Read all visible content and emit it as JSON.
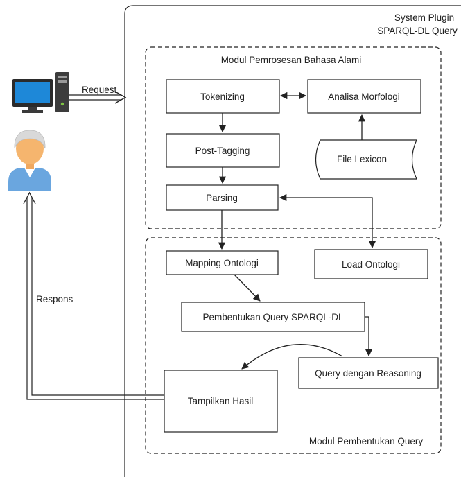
{
  "system": {
    "line1": "System Plugin",
    "line2": "SPARQL-DL Query"
  },
  "module_nlp": {
    "title": "Modul Pemrosesan Bahasa Alami"
  },
  "module_query": {
    "title": "Modul Pembentukan Query"
  },
  "nodes": {
    "tokenizing": "Tokenizing",
    "analisa_morfologi": "Analisa Morfologi",
    "post_tagging": "Post-Tagging",
    "file_lexicon": "File Lexicon",
    "parsing": "Parsing",
    "mapping_ontologi": "Mapping Ontologi",
    "load_ontologi": "Load Ontologi",
    "pembentukan_query": "Pembentukan Query SPARQL-DL",
    "query_reasoning": "Query dengan Reasoning",
    "tampilkan_hasil": "Tampilkan Hasil"
  },
  "edges": {
    "request": "Request",
    "respons": "Respons"
  },
  "icons": {
    "computer": "desktop-computer-icon",
    "user": "user-avatar-icon"
  },
  "colors": {
    "monitor_screen": "#1e88d8",
    "user_body": "#6aa6df",
    "user_face": "#f5b56e",
    "stroke": "#222222"
  }
}
